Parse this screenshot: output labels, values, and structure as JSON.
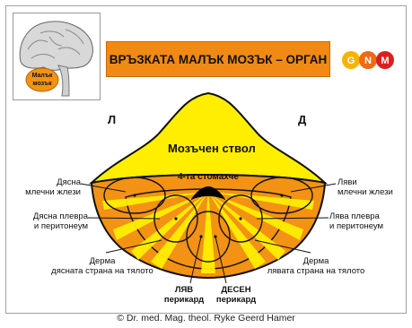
{
  "title": "ВРЪЗКАТА МАЛЪК МОЗЪК – ОРГАН",
  "thumbnail_label": "Малък мозък",
  "logo": {
    "letters": [
      "G",
      "N",
      "M"
    ],
    "colors": [
      "#f0a000",
      "#e85a10",
      "#d81e1e"
    ]
  },
  "side_left": "Л",
  "side_right": "Д",
  "brainstem_label": "Мозъчен ствол",
  "stomach_label": "4-та стомахче",
  "labels": {
    "right_mammary": "Дясна\nмлечни жлези",
    "left_mammary": "Ляви\nмлечни жлези",
    "right_pleura": "Дясна плевра\nи перитонеум",
    "left_pleura": "Лява плевра\nи перитонеум",
    "right_dermis": "Дерма\nдясната страна на тялото",
    "left_dermis": "Дерма\nлявата страна на тялото",
    "left_pericardium": "ЛЯВ\nперикард",
    "right_pericardium": "ДЕСЕН\nперикард"
  },
  "copyright": "© Dr. med. Mag. theol. Ryke Geerd Hamer",
  "colors": {
    "orange": "#f39214",
    "yellow": "#ffee00",
    "black": "#000000"
  }
}
